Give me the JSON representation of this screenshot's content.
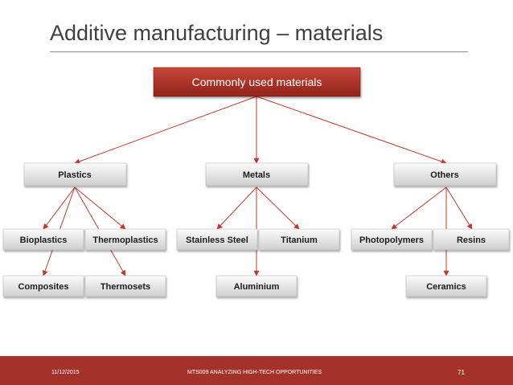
{
  "slide": {
    "title": "Additive manufacturing – materials",
    "footer": {
      "date": "11/12/2015",
      "course": "MTS009 ANALYZING HIGH-TECH OPPORTUNITIES",
      "page": "71"
    }
  },
  "diagram": {
    "root": "Commonly used materials",
    "categories": [
      "Plastics",
      "Metals",
      "Others"
    ],
    "plastics_children": [
      "Bioplastics",
      "Thermoplastics",
      "Composites",
      "Thermosets"
    ],
    "metals_children": [
      "Stainless Steel",
      "Titanium",
      "Aluminium"
    ],
    "others_children": [
      "Photopolymers",
      "Resins",
      "Ceramics"
    ]
  },
  "colors": {
    "root_fill": "#b53a2e",
    "connector": "#c0392b",
    "node_fill": "#e8e8e8",
    "footer": "#a5322a"
  }
}
